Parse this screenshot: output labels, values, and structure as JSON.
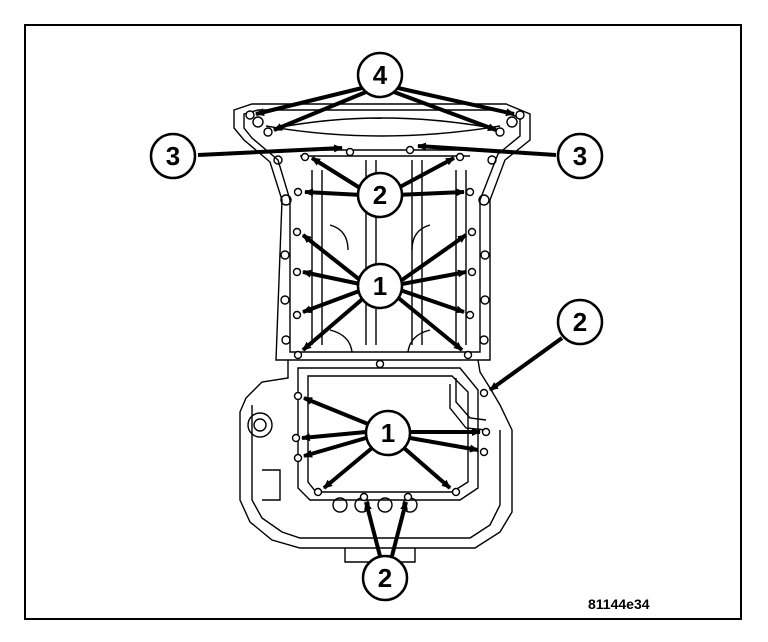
{
  "diagram": {
    "figure_id": "81144e34",
    "callouts": [
      {
        "id": "c4",
        "label": "4"
      },
      {
        "id": "c3-left",
        "label": "3"
      },
      {
        "id": "c3-right",
        "label": "3"
      },
      {
        "id": "c2-top",
        "label": "2"
      },
      {
        "id": "c1-upper",
        "label": "1"
      },
      {
        "id": "c2-right",
        "label": "2"
      },
      {
        "id": "c1-lower",
        "label": "1"
      },
      {
        "id": "c2-bottom",
        "label": "2"
      }
    ]
  }
}
